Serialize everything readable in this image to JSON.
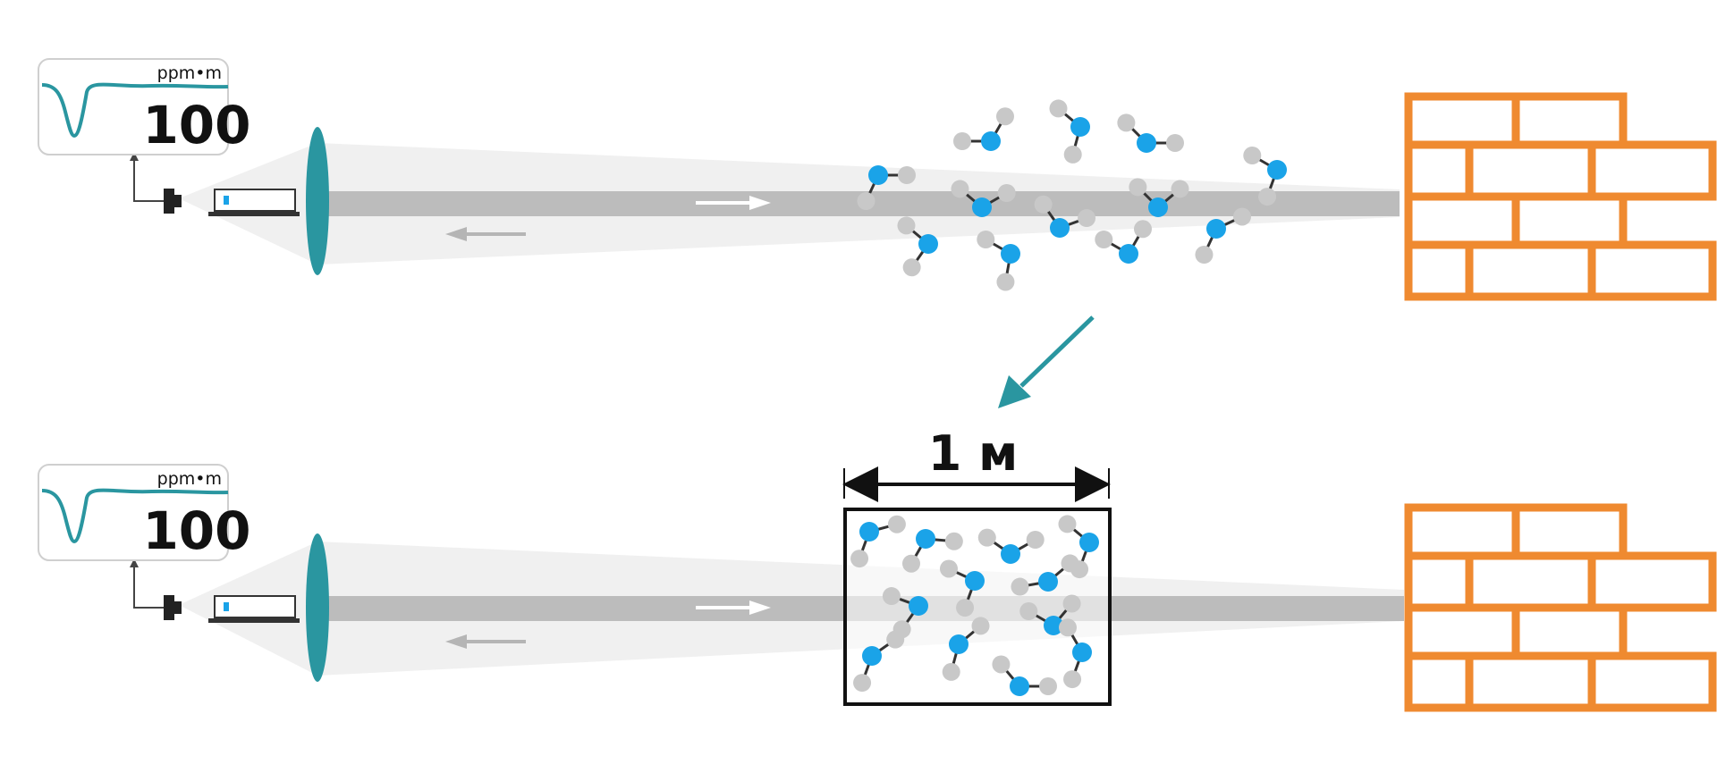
{
  "meter": {
    "unit": "ppm•m",
    "value": "100"
  },
  "dimension": {
    "label": "1 м"
  },
  "colors": {
    "teal": "#2a96a0",
    "molecule_center": "#1aa3e8",
    "molecule_outer": "#c8c8c8",
    "brick": "#ef8a30",
    "beam": "#bcbcbc"
  },
  "icons": [
    "meter-display-icon",
    "detector-icon",
    "laser-emitter-icon",
    "lens-icon",
    "wall-icon",
    "molecule-icon",
    "zoom-arrow-icon"
  ]
}
